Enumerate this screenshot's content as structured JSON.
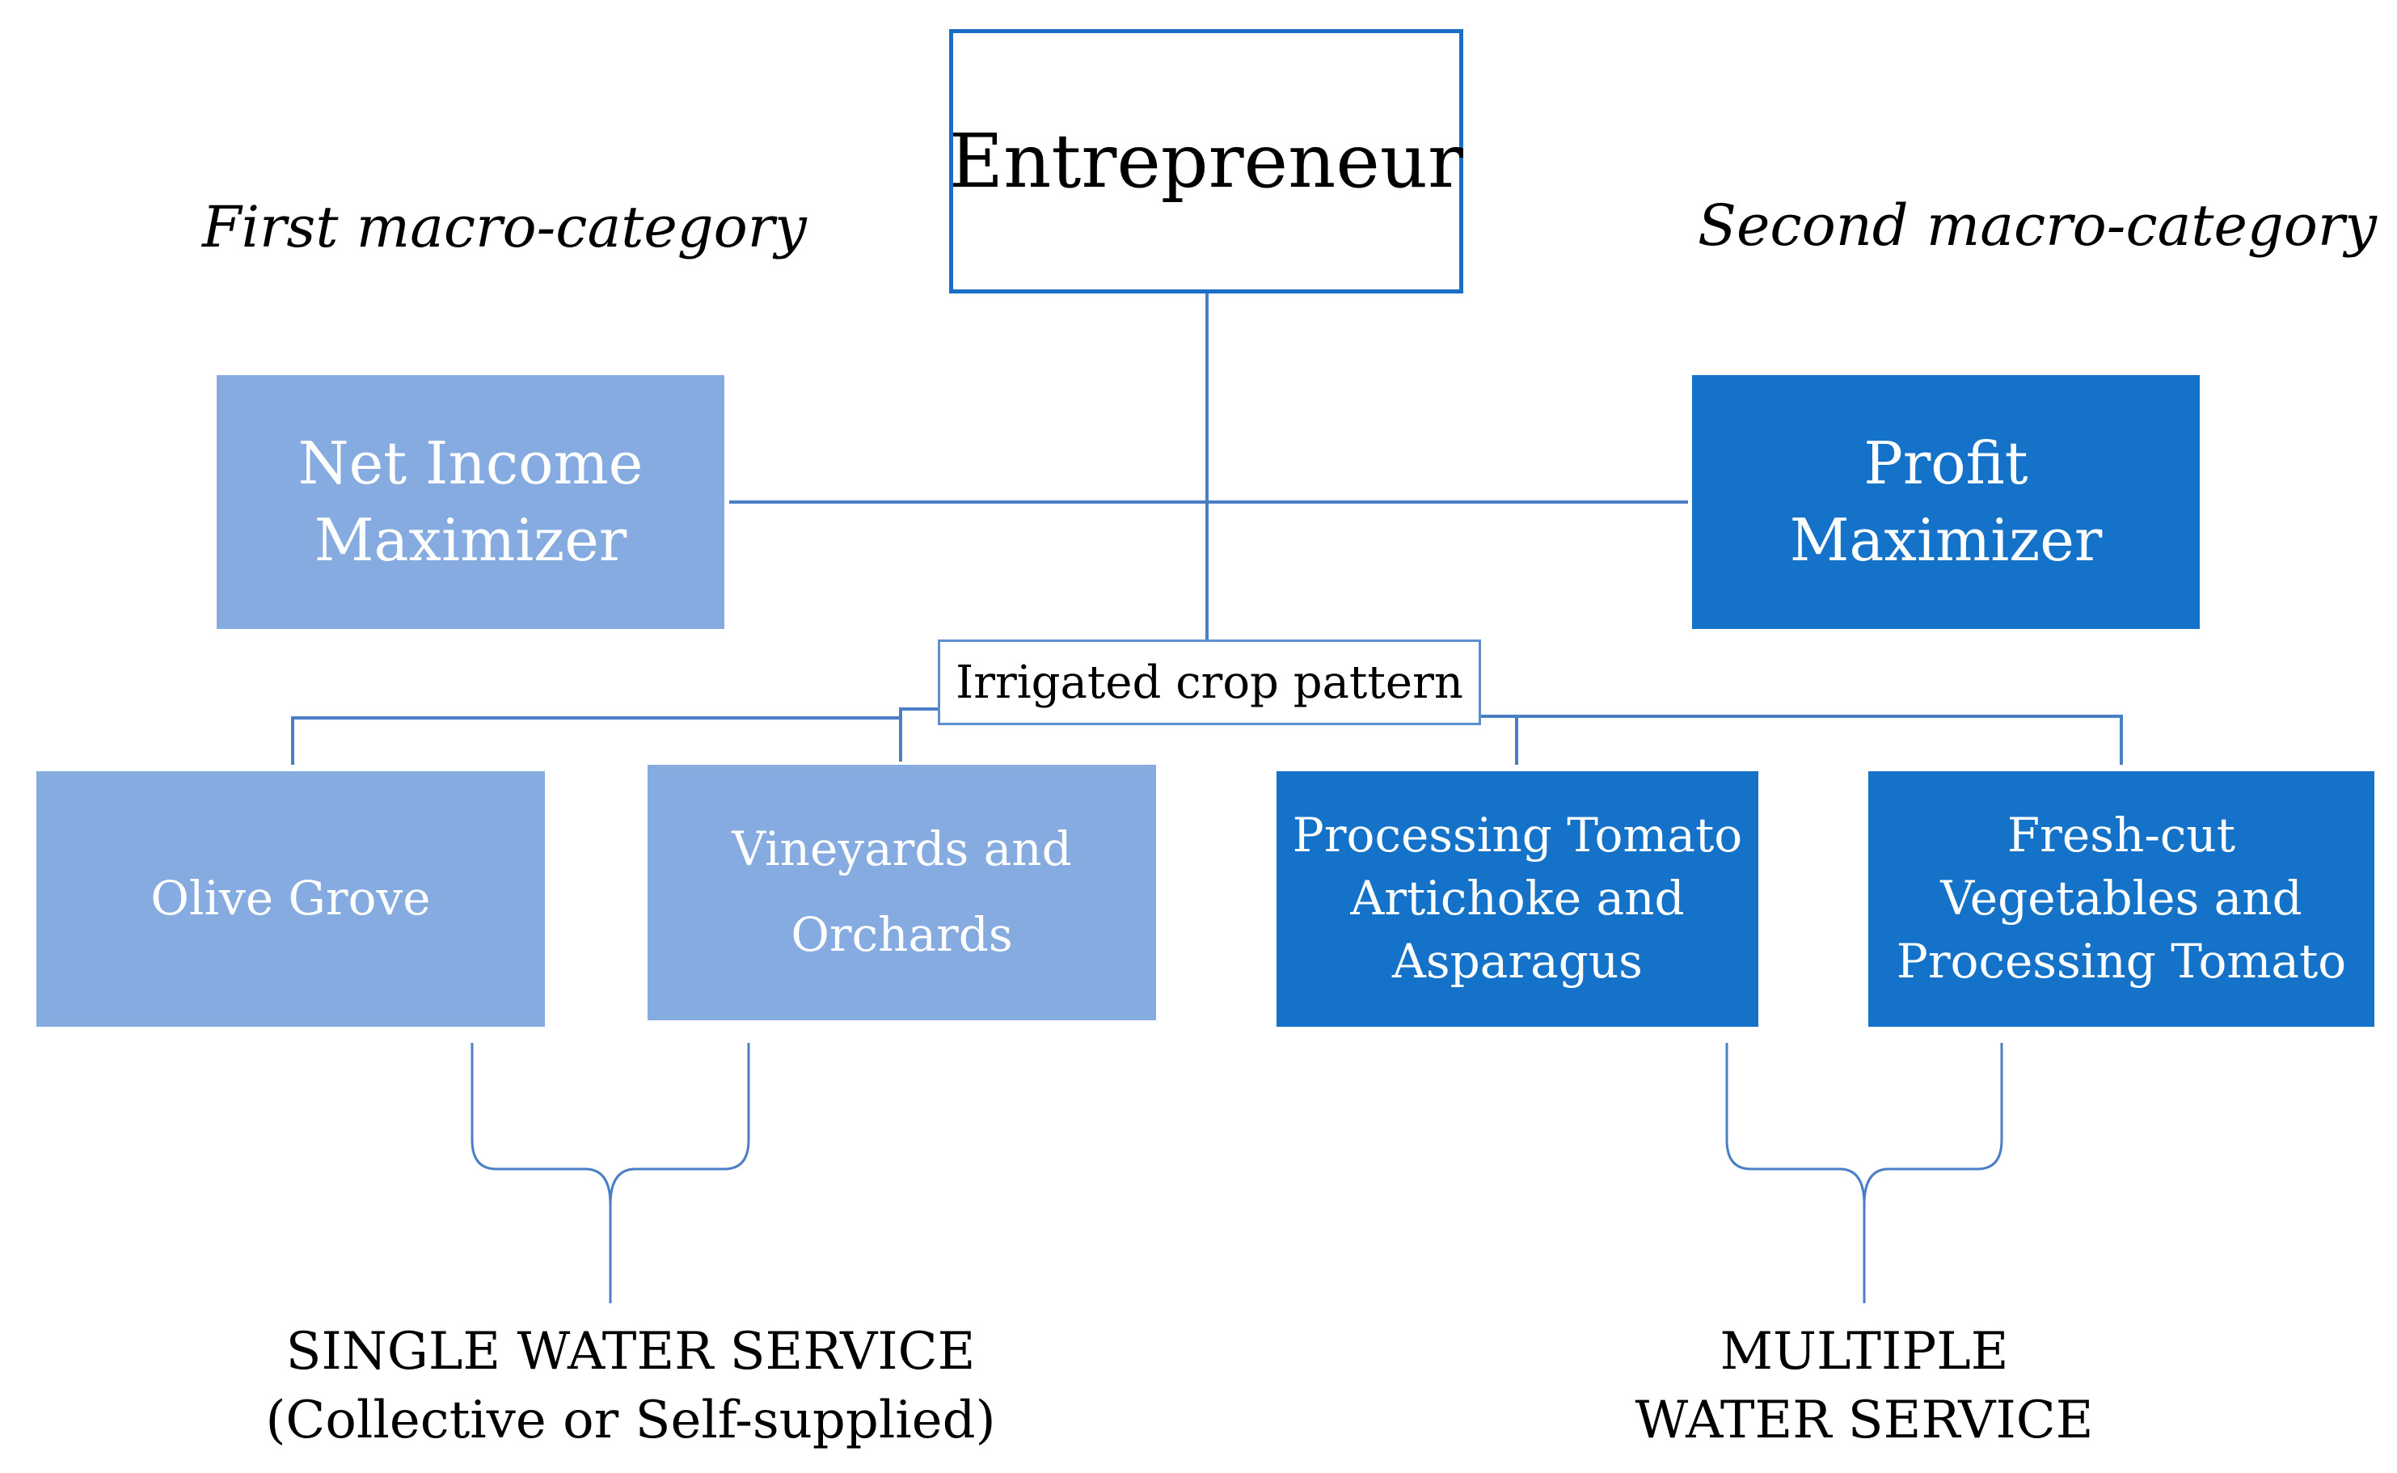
{
  "root": {
    "label": "Entrepreneur"
  },
  "macro_labels": {
    "first": "First macro-category",
    "second": "Second macro-category"
  },
  "categories": {
    "net_income": {
      "line1": "Net Income",
      "line2": "Maximizer"
    },
    "profit": {
      "label": "Profit Maximizer"
    }
  },
  "crop_pattern": {
    "label": "Irrigated crop pattern"
  },
  "crops": {
    "olive": {
      "label": "Olive Grove"
    },
    "vineyards": {
      "line1": "Vineyards and",
      "line2": "Orchards"
    },
    "processing": {
      "line1": "Processing Tomato",
      "line2": "Artichoke and",
      "line3": "Asparagus"
    },
    "fresh_cut": {
      "line1": "Fresh-cut",
      "line2": "Vegetables and",
      "line3": "Processing Tomato"
    }
  },
  "services": {
    "single": {
      "line1": "SINGLE WATER SERVICE",
      "line2": "(Collective or Self-supplied)"
    },
    "multiple": {
      "line1": "MULTIPLE",
      "line2": "WATER SERVICE"
    }
  },
  "colors": {
    "first_macro_fill": "#86abe0",
    "second_macro_fill": "#1472c9",
    "connector": "#4a7fc6"
  }
}
